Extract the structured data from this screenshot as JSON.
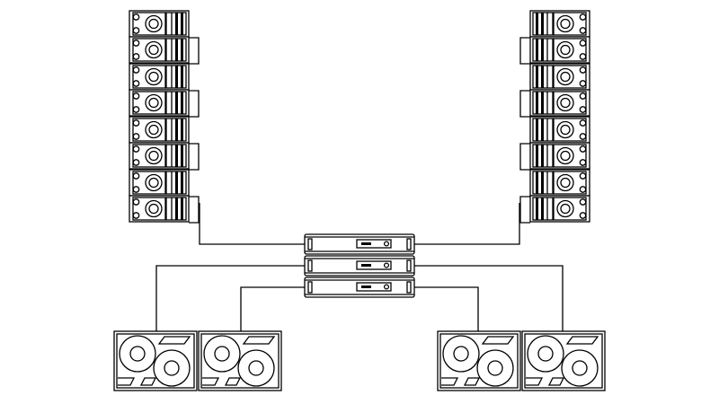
{
  "diagram": {
    "title": "",
    "colors": {
      "line": "#000000",
      "background": "#ffffff"
    },
    "icons": [
      "line-array-speaker-icon",
      "power-amplifier-icon",
      "subwoofer-cabinet-icon"
    ],
    "left_line_array": {
      "cabinet_count": 4,
      "drivers_per_cabinet": 2
    },
    "right_line_array": {
      "cabinet_count": 4,
      "drivers_per_cabinet": 2
    },
    "amplifier_rack": {
      "unit_count": 3
    },
    "subwoofers": {
      "count": 4,
      "woofers_per_cabinet": 2
    }
  }
}
